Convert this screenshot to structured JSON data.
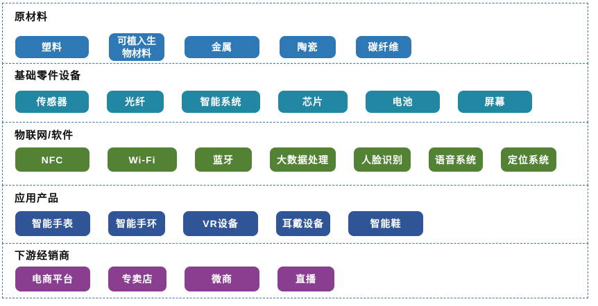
{
  "diagram": {
    "border_color": "#41719c",
    "sections": [
      {
        "title": "原材料",
        "color": "#2d78b5",
        "items": [
          {
            "label": "塑料"
          },
          {
            "label": "可植入生物材料"
          },
          {
            "label": "金属"
          },
          {
            "label": "陶瓷"
          },
          {
            "label": "碳纤维"
          }
        ]
      },
      {
        "title": "基础零件设备",
        "color": "#2187a2",
        "items": [
          {
            "label": "传感器"
          },
          {
            "label": "光纤"
          },
          {
            "label": "智能系统"
          },
          {
            "label": "芯片"
          },
          {
            "label": "电池"
          },
          {
            "label": "屏幕"
          }
        ]
      },
      {
        "title": "物联网/软件",
        "color": "#548235",
        "items": [
          {
            "label": "NFC"
          },
          {
            "label": "Wi-Fi"
          },
          {
            "label": "蓝牙"
          },
          {
            "label": "大数据处理"
          },
          {
            "label": "人脸识别"
          },
          {
            "label": "语音系统"
          },
          {
            "label": "定位系统"
          }
        ]
      },
      {
        "title": "应用产品",
        "color": "#2f5597",
        "items": [
          {
            "label": "智能手表"
          },
          {
            "label": "智能手环"
          },
          {
            "label": "VR设备"
          },
          {
            "label": "耳戴设备"
          },
          {
            "label": "智能鞋"
          }
        ]
      },
      {
        "title": "下游经销商",
        "color": "#8a3e90",
        "items": [
          {
            "label": "电商平台"
          },
          {
            "label": "专卖店"
          },
          {
            "label": "微商"
          },
          {
            "label": "直播"
          }
        ]
      }
    ]
  }
}
